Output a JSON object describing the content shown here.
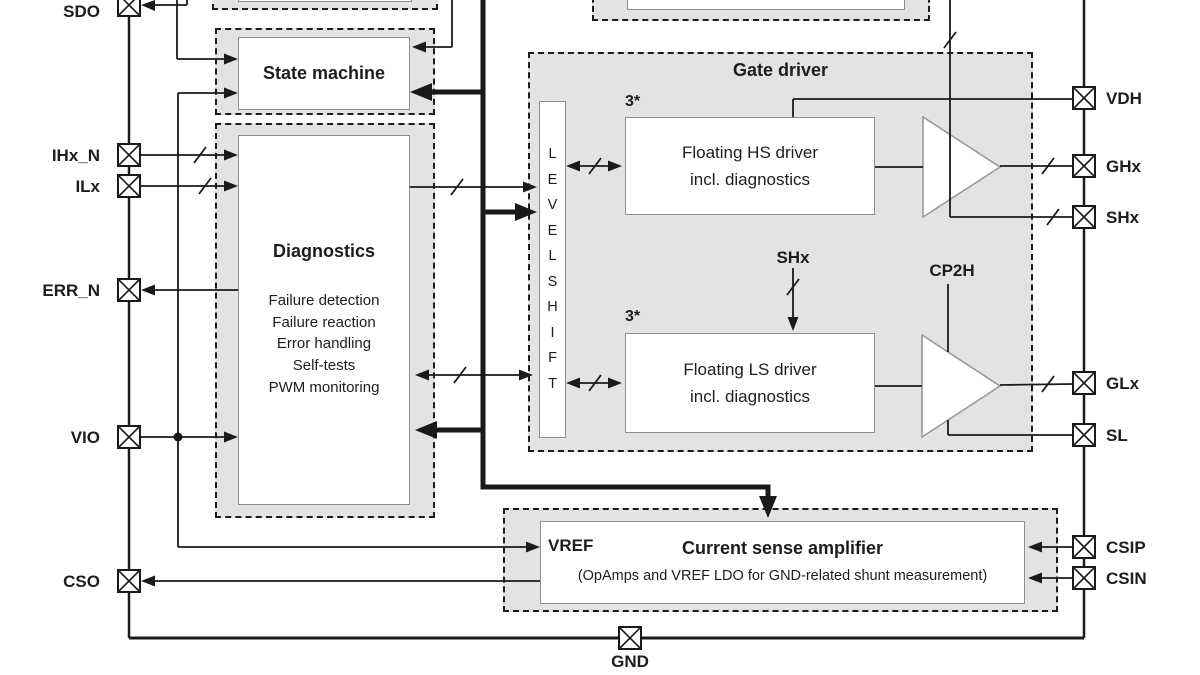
{
  "pins": {
    "left": [
      {
        "label": "SDO"
      },
      {
        "label": "IHx_N"
      },
      {
        "label": "ILx"
      },
      {
        "label": "ERR_N"
      },
      {
        "label": "VIO"
      },
      {
        "label": "CSO"
      }
    ],
    "right": [
      {
        "label": "VDH"
      },
      {
        "label": "GHx"
      },
      {
        "label": "SHx"
      },
      {
        "label": "GLx"
      },
      {
        "label": "SL"
      },
      {
        "label": "CSIP"
      },
      {
        "label": "CSIN"
      }
    ],
    "bottom": [
      {
        "label": "GND"
      }
    ]
  },
  "blocks": {
    "state_machine": {
      "title": "State machine"
    },
    "diagnostics": {
      "title": "Diagnostics",
      "items": [
        "Failure detection",
        "Failure reaction",
        "Error handling",
        "Self-tests",
        "PWM monitoring"
      ]
    },
    "gate_driver": {
      "title": "Gate driver",
      "hs_mult": "3*",
      "ls_mult": "3*",
      "hs_line1": "Floating HS driver",
      "hs_line2": "incl. diagnostics",
      "ls_line1": "Floating LS driver",
      "ls_line2": "incl. diagnostics",
      "shx_label": "SHx",
      "cp2h_label": "CP2H",
      "level_shift_letters": [
        "L",
        "E",
        "V",
        "E",
        "L",
        "S",
        "H",
        "I",
        "F",
        "T"
      ]
    },
    "csa": {
      "vref": "VREF",
      "title": "Current sense amplifier",
      "subtitle": "(OpAmps and VREF LDO for GND-related shunt measurement)"
    }
  },
  "colors": {
    "line": "#1a1a1a",
    "block_fill": "#e3e3e3",
    "box_border": "#8f8f8f"
  }
}
